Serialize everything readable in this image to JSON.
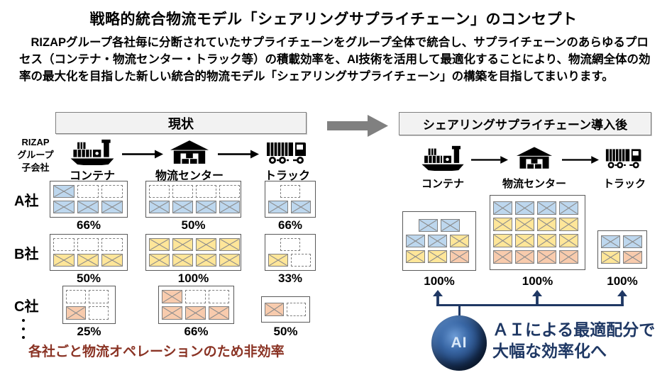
{
  "title": "戦略的統合物流モデル「シェアリングサプライチェーン」のコンセプト",
  "intro": "　RIZAPグループ各社毎に分断されていたサプライチェーンをグループ全体で統合し、サプライチェーンのあらゆるプロセス（コンテナ・物流センター・トラック等）の積載効率を、AI技術を活用して最適化することにより、物流網全体の効率の最大化を目指した新しい統合的物流モデル「シェアリングサプライチェーン」の構築を目指してまいります。",
  "colors": {
    "blue": "#BDD7EE",
    "yellow": "#FFE699",
    "orange": "#F8CBAD",
    "navy": "#1F3864",
    "red": "#8A3324",
    "gray": "#808080",
    "panel_bg": "#F2F2F2"
  },
  "left_panel": {
    "header": "現状",
    "axis_label_lines": [
      "RIZAP",
      "グループ",
      "子会社"
    ],
    "stages": [
      {
        "label": "コンテナ",
        "icon": "ship-icon"
      },
      {
        "label": "物流センター",
        "icon": "warehouse-icon"
      },
      {
        "label": "トラック",
        "icon": "truck-icon"
      }
    ],
    "companies": [
      {
        "name": "A社",
        "grids": {
          "container": {
            "pct": "66%",
            "rows": [
              {
                "cells": [
                  "blue",
                  "empty",
                  "empty"
                ]
              },
              {
                "cells": [
                  "blue",
                  "blue",
                  "blue"
                ]
              }
            ]
          },
          "warehouse": {
            "pct": "50%",
            "rows": [
              {
                "cells": [
                  "empty",
                  "empty",
                  "empty",
                  "empty"
                ]
              },
              {
                "cells": [
                  "blue",
                  "blue",
                  "blue",
                  "blue"
                ]
              }
            ]
          },
          "truck": {
            "pct": "66%",
            "rows": [
              {
                "align": "center",
                "cells": [
                  "empty"
                ]
              },
              {
                "cells": [
                  "blue",
                  "blue"
                ]
              }
            ]
          }
        }
      },
      {
        "name": "B社",
        "grids": {
          "container": {
            "pct": "50%",
            "rows": [
              {
                "cells": [
                  "empty",
                  "empty",
                  "empty"
                ]
              },
              {
                "cells": [
                  "yellow",
                  "yellow",
                  "yellow"
                ]
              }
            ]
          },
          "warehouse": {
            "pct": "100%",
            "rows": [
              {
                "cells": [
                  "yellow",
                  "yellow",
                  "yellow",
                  "yellow"
                ]
              },
              {
                "cells": [
                  "yellow",
                  "yellow",
                  "yellow",
                  "yellow"
                ]
              }
            ]
          },
          "truck": {
            "pct": "33%",
            "rows": [
              {
                "align": "center",
                "cells": [
                  "empty"
                ]
              },
              {
                "cells": [
                  "yellow",
                  "empty"
                ]
              }
            ]
          }
        }
      },
      {
        "name": "C社",
        "grids": {
          "container": {
            "pct": "25%",
            "rows": [
              {
                "cells": [
                  "empty",
                  "empty"
                ]
              },
              {
                "cells": [
                  "orange",
                  "empty"
                ]
              }
            ]
          },
          "warehouse": {
            "pct": "66%",
            "rows": [
              {
                "cells": [
                  "orange",
                  "empty",
                  "empty"
                ]
              },
              {
                "cells": [
                  "orange",
                  "orange",
                  "orange"
                ]
              }
            ]
          },
          "truck": {
            "pct": "50%",
            "rows": [
              {
                "cells": [
                  "orange",
                  "empty"
                ]
              }
            ]
          }
        }
      }
    ],
    "footnote": "各社ごと物流オペレーションのため非効率"
  },
  "right_panel": {
    "header": "シェアリングサプライチェーン導入後",
    "stages": [
      {
        "label": "コンテナ",
        "icon": "ship-icon"
      },
      {
        "label": "物流センター",
        "icon": "warehouse-icon"
      },
      {
        "label": "トラック",
        "icon": "truck-icon"
      }
    ],
    "grids": {
      "container": {
        "pct": "100%",
        "rows": [
          {
            "align": "center",
            "cells": [
              "blue",
              "blue"
            ]
          },
          {
            "cells": [
              "blue",
              "blue",
              "yellow"
            ]
          },
          {
            "cells": [
              "yellow",
              "yellow",
              "orange"
            ]
          }
        ]
      },
      "warehouse": {
        "pct": "100%",
        "rows": [
          {
            "cells": [
              "blue",
              "blue",
              "blue",
              "blue"
            ]
          },
          {
            "cells": [
              "yellow",
              "yellow",
              "yellow",
              "yellow"
            ]
          },
          {
            "cells": [
              "yellow",
              "yellow",
              "yellow",
              "yellow"
            ]
          },
          {
            "cells": [
              "orange",
              "orange",
              "orange",
              "orange"
            ]
          }
        ]
      },
      "truck": {
        "pct": "100%",
        "rows": [
          {
            "cells": [
              "blue",
              "blue"
            ]
          },
          {
            "cells": [
              "yellow",
              "orange"
            ]
          }
        ]
      }
    },
    "ai": {
      "icon_text": "AI",
      "caption_line1": "ＡＩによる最適配分で",
      "caption_line2": "大幅な効率化へ"
    }
  }
}
